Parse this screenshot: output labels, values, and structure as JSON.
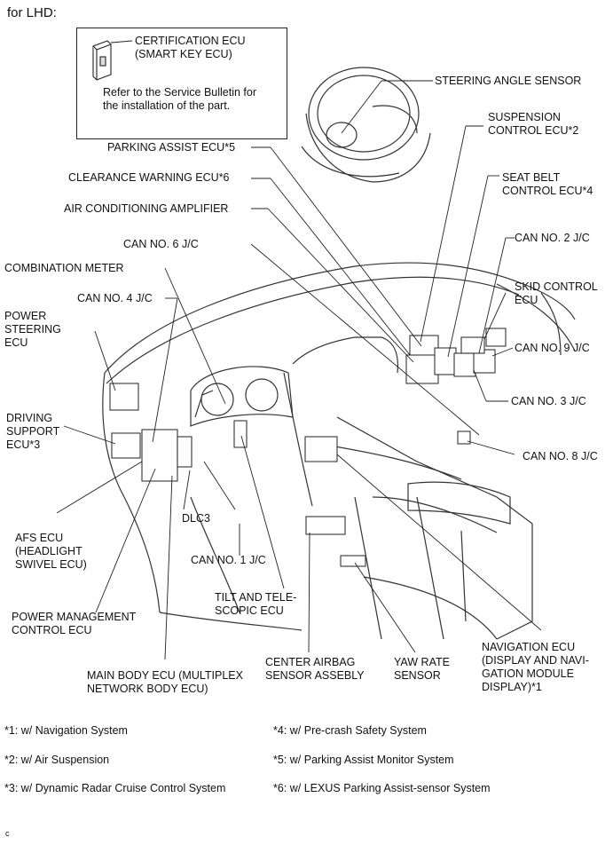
{
  "header": "for LHD:",
  "inset": {
    "title": "CERTIFICATION ECU\n(SMART KEY ECU)",
    "note": "Refer to the Service Bulletin for\nthe installation of the part."
  },
  "labels": {
    "steering_angle_sensor": "STEERING ANGLE SENSOR",
    "suspension_control_ecu": "SUSPENSION\nCONTROL ECU*2",
    "parking_assist_ecu": "PARKING ASSIST ECU*5",
    "clearance_warning_ecu": "CLEARANCE WARNING ECU*6",
    "seat_belt_control_ecu": "SEAT BELT\nCONTROL ECU*4",
    "air_conditioning_amplifier": "AIR CONDITIONING AMPLIFIER",
    "can_no_6": "CAN NO. 6 J/C",
    "can_no_2": "CAN NO. 2 J/C",
    "combination_meter": "COMBINATION METER",
    "skid_control_ecu": "SKID CONTROL\nECU",
    "can_no_4": "CAN NO. 4 J/C",
    "power_steering_ecu": "POWER\nSTEERING\nECU",
    "can_no_9": "CAN NO. 9 J/C",
    "can_no_3": "CAN NO. 3 J/C",
    "driving_support_ecu": "DRIVING\nSUPPORT\nECU*3",
    "can_no_8": "CAN NO. 8 J/C",
    "afs_ecu": "AFS ECU\n(HEADLIGHT\nSWIVEL ECU)",
    "dlc3": "DLC3",
    "can_no_1": "CAN NO. 1 J/C",
    "tilt_telescopic_ecu": "TILT AND TELE-\nSCOPIC ECU",
    "power_management_ecu": "POWER MANAGEMENT\nCONTROL ECU",
    "navigation_ecu": "NAVIGATION ECU\n(DISPLAY AND NAVI-\nGATION MODULE\nDISPLAY)*1",
    "center_airbag_sensor": "CENTER AIRBAG\nSENSOR ASSEBLY",
    "yaw_rate_sensor": "YAW RATE\nSENSOR",
    "main_body_ecu": "MAIN BODY ECU (MULTIPLEX\nNETWORK BODY ECU)"
  },
  "footnotes": [
    "*1: w/ Navigation System",
    "*2: w/ Air Suspension",
    "*3: w/ Dynamic Radar Cruise Control System",
    "*4: w/ Pre-crash Safety System",
    "*5: w/ Parking Assist Monitor System",
    "*6: w/ LEXUS Parking Assist-sensor System"
  ],
  "corner_mark": "c"
}
